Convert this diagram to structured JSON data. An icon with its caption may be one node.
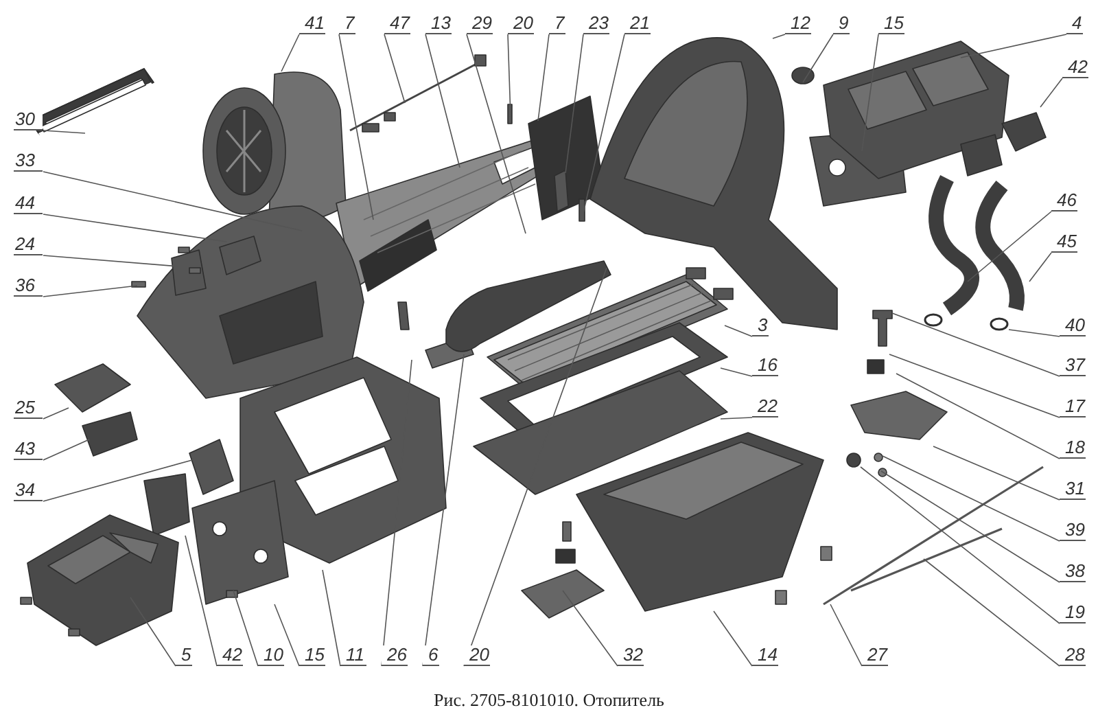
{
  "diagram": {
    "caption": "Рис. 2705-8101010. Отопитель",
    "nodes": [
      {
        "text": [
          "41"
        ]
      },
      {
        "text": [
          "7"
        ]
      },
      {
        "text": [
          "47"
        ]
      },
      {
        "text": [
          "13"
        ]
      },
      {
        "text": [
          "29"
        ]
      },
      {
        "text": [
          "20"
        ]
      },
      {
        "text": [
          "7"
        ]
      },
      {
        "text": [
          "23"
        ]
      },
      {
        "text": [
          "21"
        ]
      },
      {
        "text": [
          "12"
        ]
      },
      {
        "text": [
          "9"
        ]
      },
      {
        "text": [
          "15"
        ]
      },
      {
        "text": [
          "4"
        ]
      },
      {
        "text": [
          "30"
        ]
      },
      {
        "text": [
          "42"
        ]
      },
      {
        "text": [
          "33"
        ]
      },
      {
        "text": [
          "44"
        ]
      },
      {
        "text": [
          "46"
        ]
      },
      {
        "text": [
          "24"
        ]
      },
      {
        "text": [
          "45"
        ]
      },
      {
        "text": [
          "36"
        ]
      },
      {
        "text": [
          "3"
        ]
      },
      {
        "text": [
          "40"
        ]
      },
      {
        "text": [
          "37"
        ]
      },
      {
        "text": [
          "16"
        ]
      },
      {
        "text": [
          "17"
        ]
      },
      {
        "text": [
          "22"
        ]
      },
      {
        "text": [
          "25"
        ]
      },
      {
        "text": [
          "18"
        ]
      },
      {
        "text": [
          "43"
        ]
      },
      {
        "text": [
          "31"
        ]
      },
      {
        "text": [
          "34"
        ]
      },
      {
        "text": [
          "39"
        ]
      },
      {
        "text": [
          "38"
        ]
      },
      {
        "text": [
          "19"
        ]
      },
      {
        "text": [
          "5"
        ]
      },
      {
        "text": [
          "42"
        ]
      },
      {
        "text": [
          "10"
        ]
      },
      {
        "text": [
          "15"
        ]
      },
      {
        "text": [
          "11"
        ]
      },
      {
        "text": [
          "26"
        ]
      },
      {
        "text": [
          "6"
        ]
      },
      {
        "text": [
          "20"
        ]
      },
      {
        "text": [
          "32"
        ]
      },
      {
        "text": [
          "14"
        ]
      },
      {
        "text": [
          "27"
        ]
      },
      {
        "text": [
          "28"
        ]
      }
    ],
    "edges": [
      {
        "from": 0,
        "to": null,
        "arrow": "none"
      },
      {
        "from": 1,
        "to": null,
        "arrow": "none"
      },
      {
        "from": 2,
        "to": null,
        "arrow": "none"
      },
      {
        "from": 3,
        "to": null,
        "arrow": "none"
      },
      {
        "from": 4,
        "to": null,
        "arrow": "none"
      },
      {
        "from": 5,
        "to": null,
        "arrow": "none"
      },
      {
        "from": 6,
        "to": null,
        "arrow": "none"
      },
      {
        "from": 7,
        "to": null,
        "arrow": "none"
      },
      {
        "from": 8,
        "to": null,
        "arrow": "none"
      },
      {
        "from": 9,
        "to": null,
        "arrow": "none"
      },
      {
        "from": 10,
        "to": null,
        "arrow": "none"
      },
      {
        "from": 11,
        "to": null,
        "arrow": "none"
      },
      {
        "from": 12,
        "to": null,
        "arrow": "none"
      },
      {
        "from": 13,
        "to": null,
        "arrow": "none"
      },
      {
        "from": 14,
        "to": null,
        "arrow": "none"
      },
      {
        "from": 15,
        "to": null,
        "arrow": "none"
      },
      {
        "from": 16,
        "to": null,
        "arrow": "none"
      },
      {
        "from": 17,
        "to": null,
        "arrow": "none"
      },
      {
        "from": 18,
        "to": null,
        "arrow": "none"
      },
      {
        "from": 19,
        "to": null,
        "arrow": "none"
      },
      {
        "from": 20,
        "to": null,
        "arrow": "none"
      },
      {
        "from": 21,
        "to": null,
        "arrow": "none"
      },
      {
        "from": 22,
        "to": null,
        "arrow": "none"
      },
      {
        "from": 23,
        "to": null,
        "arrow": "none"
      },
      {
        "from": 24,
        "to": null,
        "arrow": "none"
      },
      {
        "from": 25,
        "to": null,
        "arrow": "none"
      },
      {
        "from": 26,
        "to": null,
        "arrow": "none"
      },
      {
        "from": 27,
        "to": null,
        "arrow": "none"
      },
      {
        "from": 28,
        "to": null,
        "arrow": "none"
      },
      {
        "from": 29,
        "to": null,
        "arrow": "none"
      },
      {
        "from": 30,
        "to": null,
        "arrow": "none"
      },
      {
        "from": 31,
        "to": null,
        "arrow": "none"
      },
      {
        "from": 32,
        "to": null,
        "arrow": "none"
      },
      {
        "from": 33,
        "to": null,
        "arrow": "none"
      },
      {
        "from": 34,
        "to": null,
        "arrow": "none"
      },
      {
        "from": 35,
        "to": null,
        "arrow": "none"
      },
      {
        "from": 36,
        "to": null,
        "arrow": "none"
      },
      {
        "from": 37,
        "to": null,
        "arrow": "none"
      },
      {
        "from": 38,
        "to": null,
        "arrow": "none"
      },
      {
        "from": 39,
        "to": null,
        "arrow": "none"
      },
      {
        "from": 40,
        "to": null,
        "arrow": "none"
      },
      {
        "from": 41,
        "to": null,
        "arrow": "none"
      },
      {
        "from": 42,
        "to": null,
        "arrow": "none"
      },
      {
        "from": 43,
        "to": null,
        "arrow": "none"
      },
      {
        "from": 44,
        "to": null,
        "arrow": "none"
      },
      {
        "from": 45,
        "to": null,
        "arrow": "none"
      },
      {
        "from": 46,
        "to": null,
        "arrow": "none"
      }
    ]
  }
}
